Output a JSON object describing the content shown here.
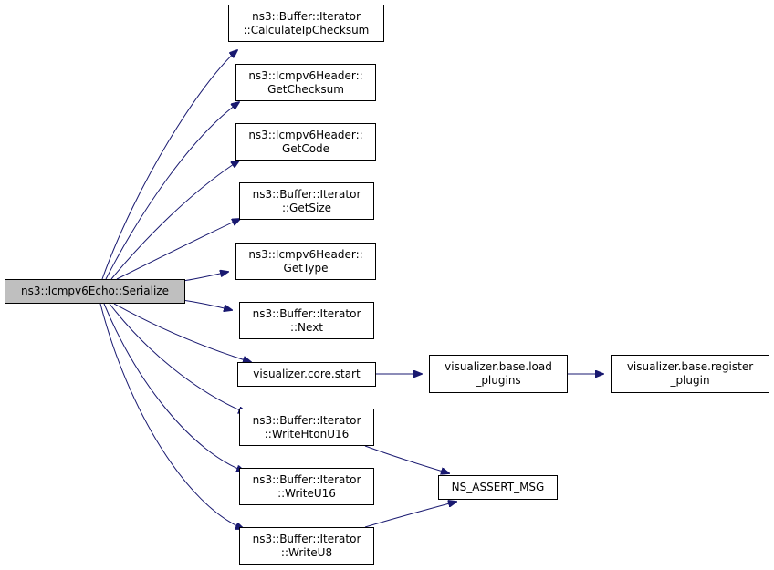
{
  "colors": {
    "edge": "#191970",
    "root_fill": "#bfbfbf",
    "node_fill": "#ffffff",
    "border": "#000000"
  },
  "nodes": {
    "root": {
      "lines": [
        "ns3::Icmpv6Echo::Serialize"
      ]
    },
    "calcip": {
      "lines": [
        "ns3::Buffer::Iterator",
        "::CalculateIpChecksum"
      ]
    },
    "getcs": {
      "lines": [
        "ns3::Icmpv6Header::",
        "GetChecksum"
      ]
    },
    "getcode": {
      "lines": [
        "ns3::Icmpv6Header::",
        "GetCode"
      ]
    },
    "getsize": {
      "lines": [
        "ns3::Buffer::Iterator",
        "::GetSize"
      ]
    },
    "gettype": {
      "lines": [
        "ns3::Icmpv6Header::",
        "GetType"
      ]
    },
    "next": {
      "lines": [
        "ns3::Buffer::Iterator",
        "::Next"
      ]
    },
    "start": {
      "lines": [
        "visualizer.core.start"
      ]
    },
    "load": {
      "lines": [
        "visualizer.base.load",
        "_plugins"
      ]
    },
    "register": {
      "lines": [
        "visualizer.base.register",
        "_plugin"
      ]
    },
    "whton": {
      "lines": [
        "ns3::Buffer::Iterator",
        "::WriteHtonU16"
      ]
    },
    "wu16": {
      "lines": [
        "ns3::Buffer::Iterator",
        "::WriteU16"
      ]
    },
    "assert": {
      "lines": [
        "NS_ASSERT_MSG"
      ]
    },
    "wu8": {
      "lines": [
        "ns3::Buffer::Iterator",
        "::WriteU8"
      ]
    }
  },
  "edges": [
    [
      "root",
      "calcip"
    ],
    [
      "root",
      "getcs"
    ],
    [
      "root",
      "getcode"
    ],
    [
      "root",
      "getsize"
    ],
    [
      "root",
      "gettype"
    ],
    [
      "root",
      "next"
    ],
    [
      "root",
      "start"
    ],
    [
      "root",
      "whton"
    ],
    [
      "root",
      "wu16"
    ],
    [
      "root",
      "wu8"
    ],
    [
      "start",
      "load"
    ],
    [
      "load",
      "register"
    ],
    [
      "whton",
      "assert"
    ],
    [
      "wu8",
      "assert"
    ]
  ]
}
